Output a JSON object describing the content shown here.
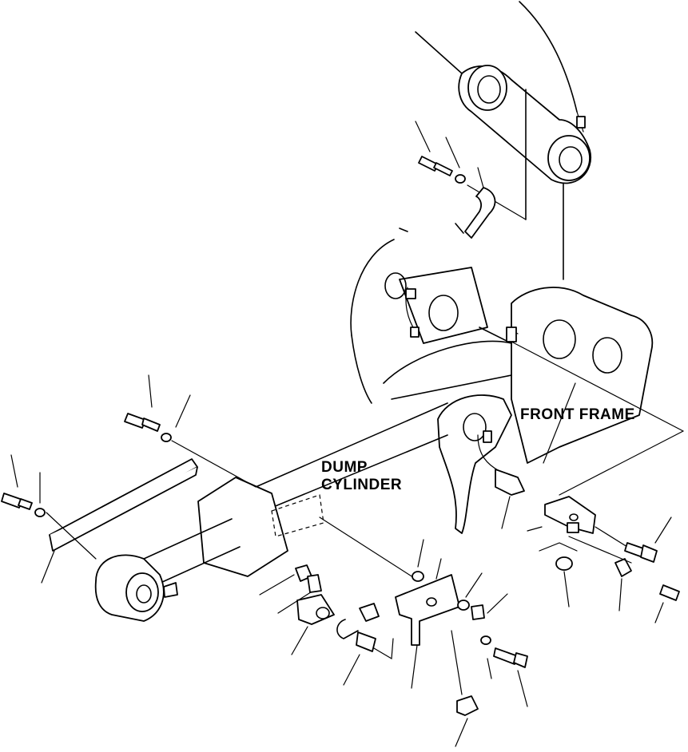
{
  "labels": {
    "front_frame": "FRONT FRAME",
    "dump_cylinder_line1": "DUMP",
    "dump_cylinder_line2": "CYLINDER"
  }
}
